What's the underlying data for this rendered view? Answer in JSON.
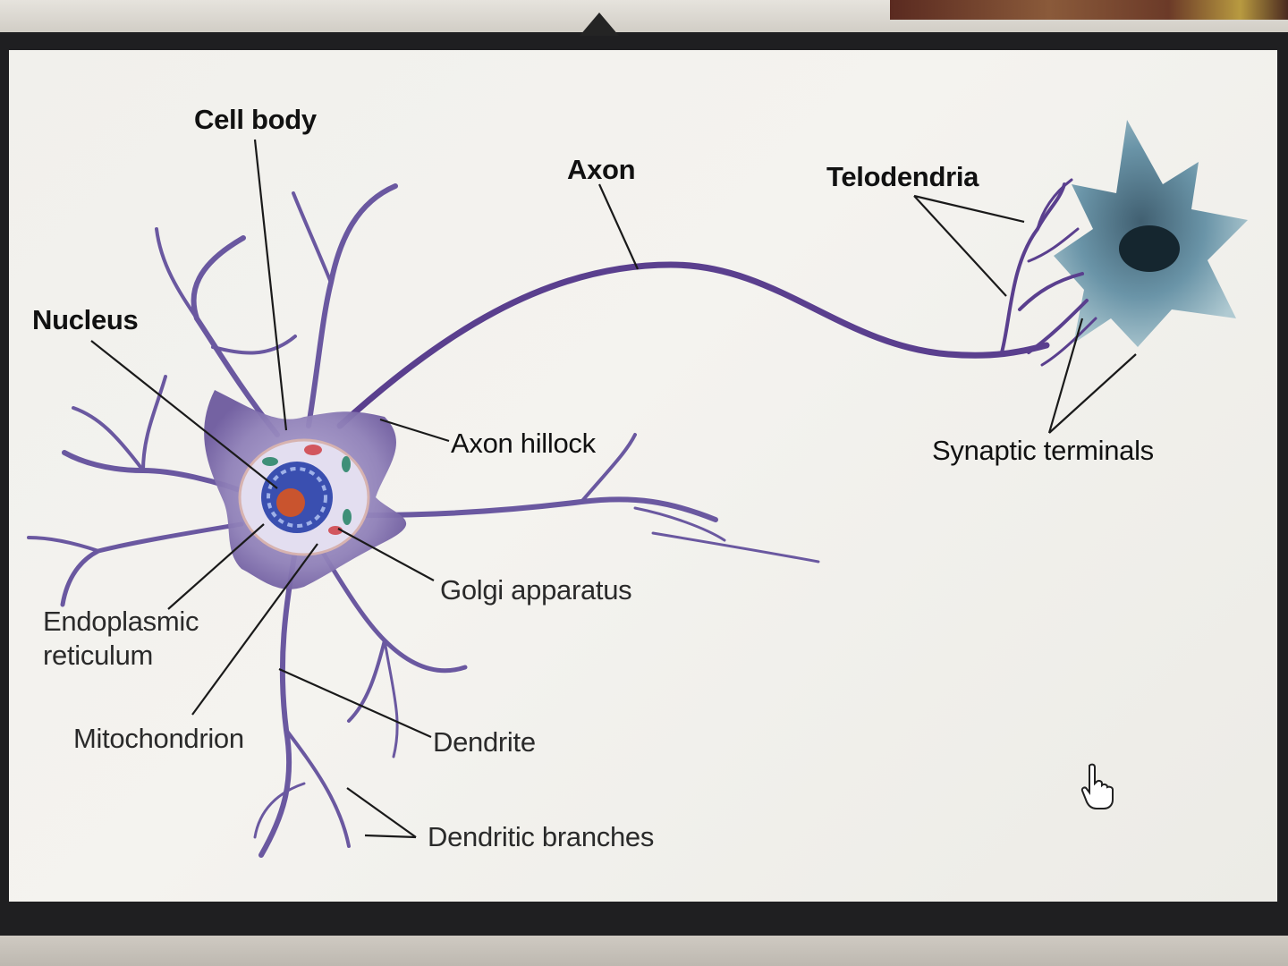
{
  "diagram": {
    "labels": {
      "cell_body": "Cell body",
      "axon": "Axon",
      "telodendria": "Telodendria",
      "nucleus": "Nucleus",
      "axon_hillock": "Axon hillock",
      "synaptic_terminals": "Synaptic terminals",
      "golgi_apparatus": "Golgi apparatus",
      "endoplasmic_reticulum": "Endoplasmic\nreticulum",
      "mitochondrion": "Mitochondrion",
      "dendrite": "Dendrite",
      "dendritic_branches": "Dendritic branches"
    },
    "colors": {
      "neuron_outline": "#5a3f8e",
      "cell_body_fill": "#9b8fc0",
      "nucleus_blue": "#3a4fb0",
      "nucleolus_red": "#c9542e",
      "target_cell": "#3f6f86",
      "leader_line": "#1a1a1a"
    }
  },
  "cursor": {
    "icon": "hand-pointer-icon"
  }
}
